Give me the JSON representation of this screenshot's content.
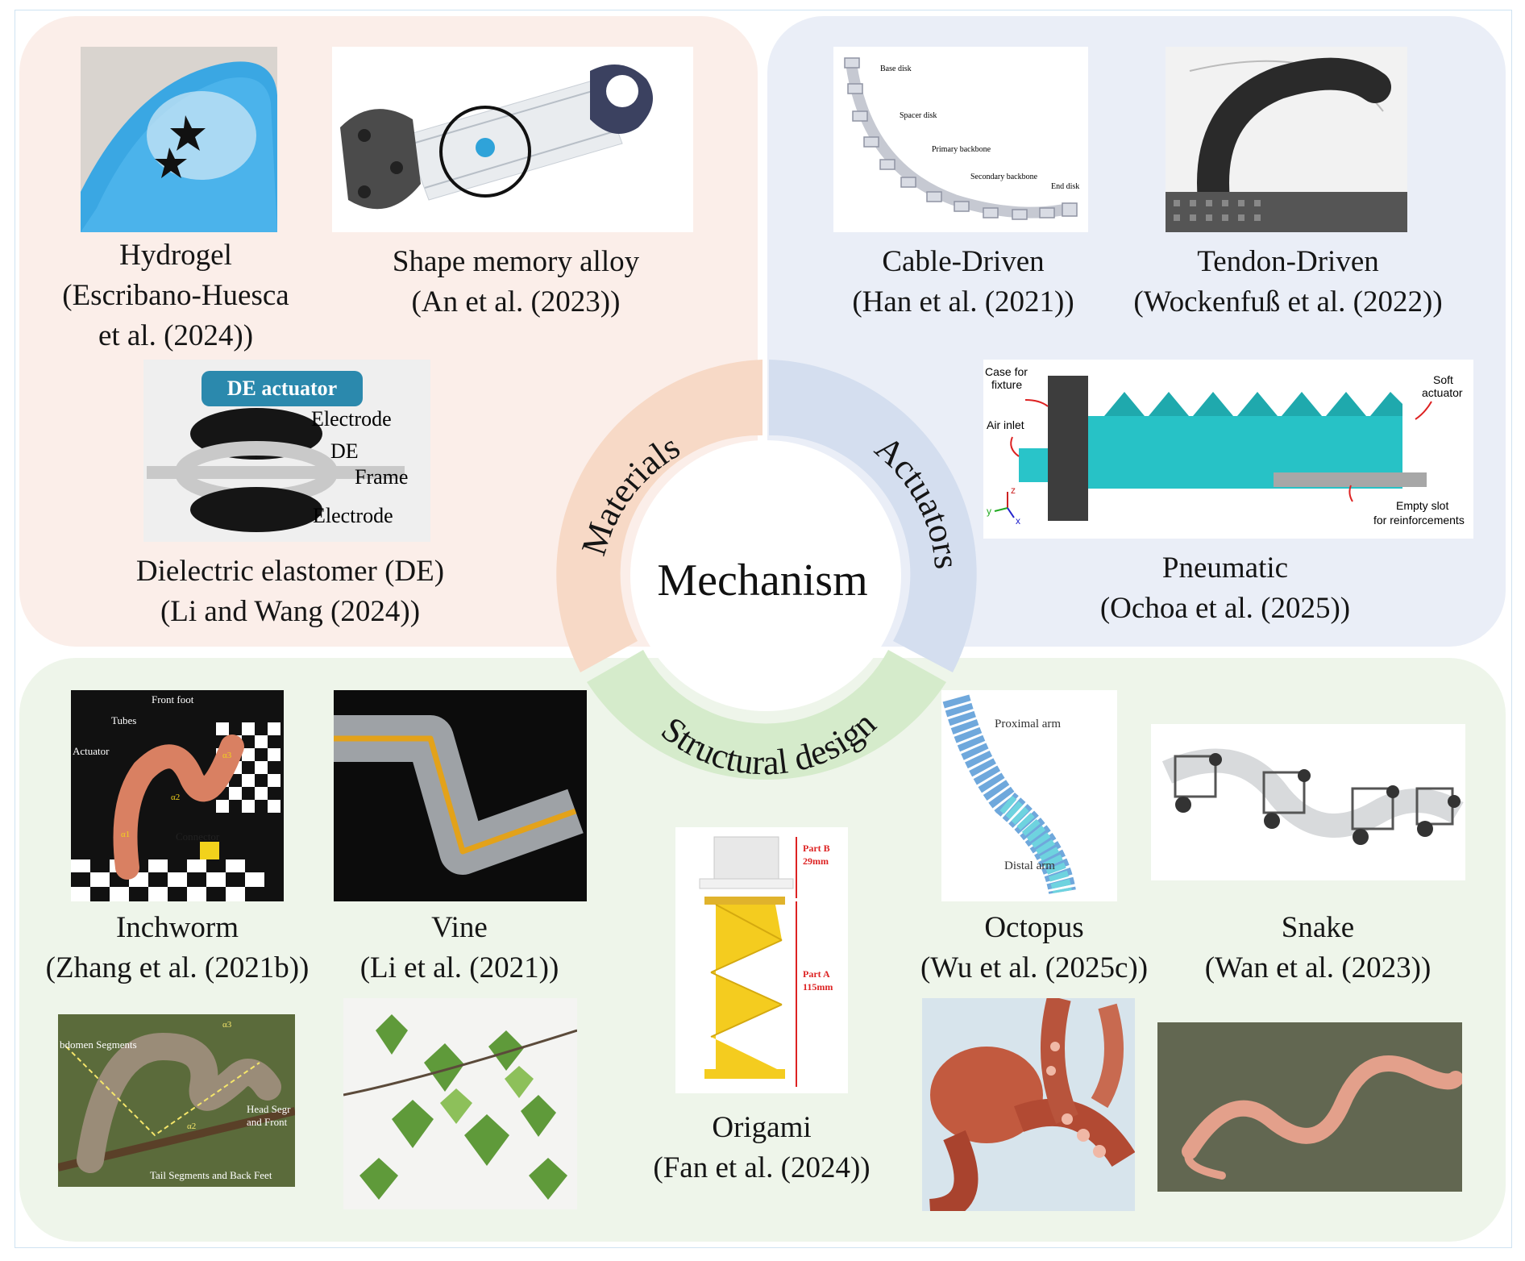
{
  "center": {
    "title": "Mechanism",
    "ring": {
      "materials": "Materials",
      "actuators": "Actuators",
      "structural": "Structural design"
    }
  },
  "colors": {
    "materials_panel": "#fbeee9",
    "actuators_panel": "#eaeef7",
    "structural_panel": "#eef5ea",
    "ring_materials": "#f7d9c6",
    "ring_actuators": "#d4deef",
    "ring_structural": "#d5ebcb"
  },
  "materials": {
    "hydrogel": {
      "l1": "Hydrogel",
      "l2": "(Escribano-Huesca",
      "l3": "et al. (2024))"
    },
    "sma": {
      "l1": "Shape memory alloy",
      "l2": "(An et al. (2023))"
    },
    "de": {
      "l1": "Dielectric elastomer (DE)",
      "l2": "(Li and Wang (2024))",
      "diagram": {
        "header": "DE actuator",
        "electrode_top": "Electrode",
        "de": "DE",
        "frame": "Frame",
        "electrode_bottom": "Electrode"
      }
    }
  },
  "actuators": {
    "cable": {
      "l1": "Cable-Driven",
      "l2": "(Han et al. (2021))",
      "diagram": {
        "base": "Base disk",
        "spacer": "Spacer disk",
        "primary": "Primary backbone",
        "secondary": "Secondary backbone",
        "end": "End disk"
      }
    },
    "tendon": {
      "l1": "Tendon-Driven",
      "l2": "(Wockenfuß et al. (2022))"
    },
    "pneumatic": {
      "l1": "Pneumatic",
      "l2": "(Ochoa et al. (2025))",
      "diagram": {
        "case1": "Case for",
        "case2": "fixture",
        "air": "Air inlet",
        "soft1": "Soft",
        "soft2": "actuator",
        "slot1": "Empty slot",
        "slot2": "for reinforcements",
        "ax_y": "y",
        "ax_z": "z",
        "ax_x": "x"
      }
    }
  },
  "structural": {
    "inchworm": {
      "l1": "Inchworm",
      "l2": "(Zhang et al. (2021b))",
      "diagram": {
        "front": "Front foot",
        "tubes": "Tubes",
        "actuator": "Actuator",
        "connector": "Connector",
        "a1": "α1",
        "a2": "α2",
        "a3": "α3"
      },
      "photo": {
        "abdomen": "bdomen Segments",
        "head1": "Head Segr",
        "head2": "and Front",
        "tail": "Tail Segments and Back Feet",
        "a2": "α2",
        "a3": "α3"
      }
    },
    "vine": {
      "l1": "Vine",
      "l2": "(Li et al. (2021))"
    },
    "origami": {
      "l1": "Origami",
      "l2": "(Fan et al. (2024))",
      "diagram": {
        "partb": "Part B",
        "partb_len": "29mm",
        "parta": "Part A",
        "parta_len": "115mm"
      }
    },
    "octopus": {
      "l1": "Octopus",
      "l2": "(Wu et al. (2025c))",
      "diagram": {
        "proximal": "Proximal arm",
        "distal": "Distal arm"
      }
    },
    "snake": {
      "l1": "Snake",
      "l2": "(Wan et al. (2023))"
    }
  }
}
